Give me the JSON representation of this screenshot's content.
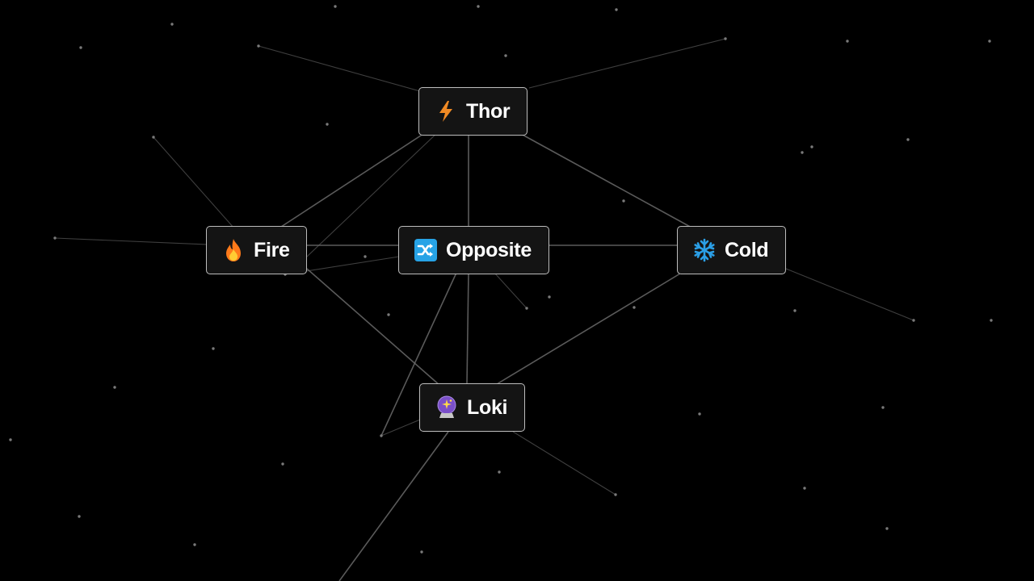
{
  "canvas": {
    "background": "#000000",
    "link_color": "#6a6a6a",
    "star_color": "#7a7a7a"
  },
  "elements": [
    {
      "key": "thor",
      "label": "Thor",
      "icon": "lightning-bolt-icon",
      "icon_color": "#f08a24"
    },
    {
      "key": "fire",
      "label": "Fire",
      "icon": "fire-icon",
      "icon_color": "#ff7a1a"
    },
    {
      "key": "opposite",
      "label": "Opposite",
      "icon": "shuffle-icon",
      "icon_color": "#27a3e6"
    },
    {
      "key": "cold",
      "label": "Cold",
      "icon": "snowflake-icon",
      "icon_color": "#2b9fe6"
    },
    {
      "key": "loki",
      "label": "Loki",
      "icon": "crystal-ball-icon",
      "icon_color": "#7a4fc9"
    }
  ]
}
